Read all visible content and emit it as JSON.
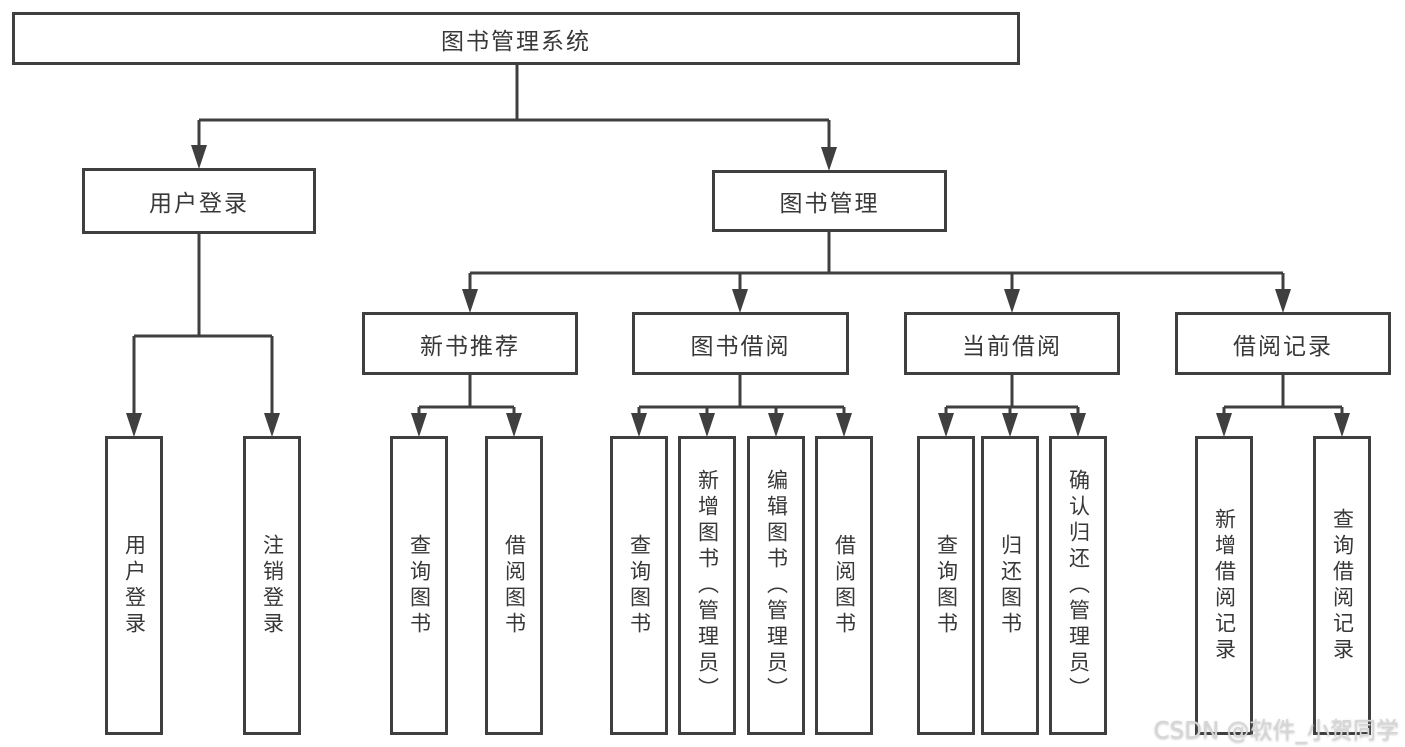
{
  "diagram": {
    "type": "hierarchy-diagram",
    "tree": {
      "label": "图书管理系统",
      "children": [
        {
          "label": "用户登录",
          "children": [
            {
              "label": "用户登录"
            },
            {
              "label": "注销登录"
            }
          ]
        },
        {
          "label": "图书管理",
          "children": [
            {
              "label": "新书推荐",
              "children": [
                {
                  "label": "查询图书"
                },
                {
                  "label": "借阅图书"
                }
              ]
            },
            {
              "label": "图书借阅",
              "children": [
                {
                  "label": "查询图书"
                },
                {
                  "label": "新增图书（管理员）"
                },
                {
                  "label": "编辑图书（管理员）"
                },
                {
                  "label": "借阅图书"
                }
              ]
            },
            {
              "label": "当前借阅",
              "children": [
                {
                  "label": "查询图书"
                },
                {
                  "label": "归还图书"
                },
                {
                  "label": "确认归还（管理员）"
                }
              ]
            },
            {
              "label": "借阅记录",
              "children": [
                {
                  "label": "新增借阅记录"
                },
                {
                  "label": "查询借阅记录"
                }
              ]
            }
          ]
        }
      ]
    },
    "watermark": {
      "text": "CSDN @软件_小贺同学"
    },
    "colors": {
      "line": "#3f3f3f",
      "text": "#383838",
      "background": "#ffffff",
      "watermark": "#d6d6d6"
    }
  }
}
